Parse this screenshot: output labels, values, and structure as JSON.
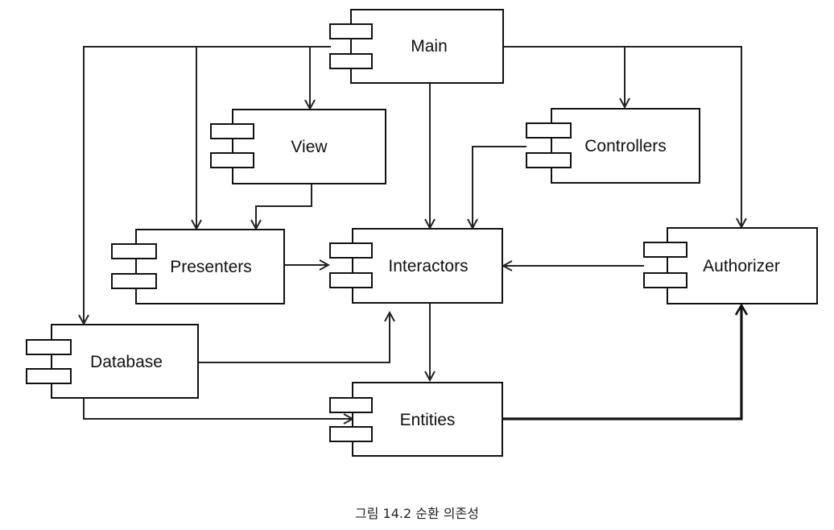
{
  "components": {
    "main": "Main",
    "view": "View",
    "controllers": "Controllers",
    "presenters": "Presenters",
    "interactors": "Interactors",
    "authorizer": "Authorizer",
    "database": "Database",
    "entities": "Entities"
  },
  "caption": "그림 14.2 순환 의존성"
}
